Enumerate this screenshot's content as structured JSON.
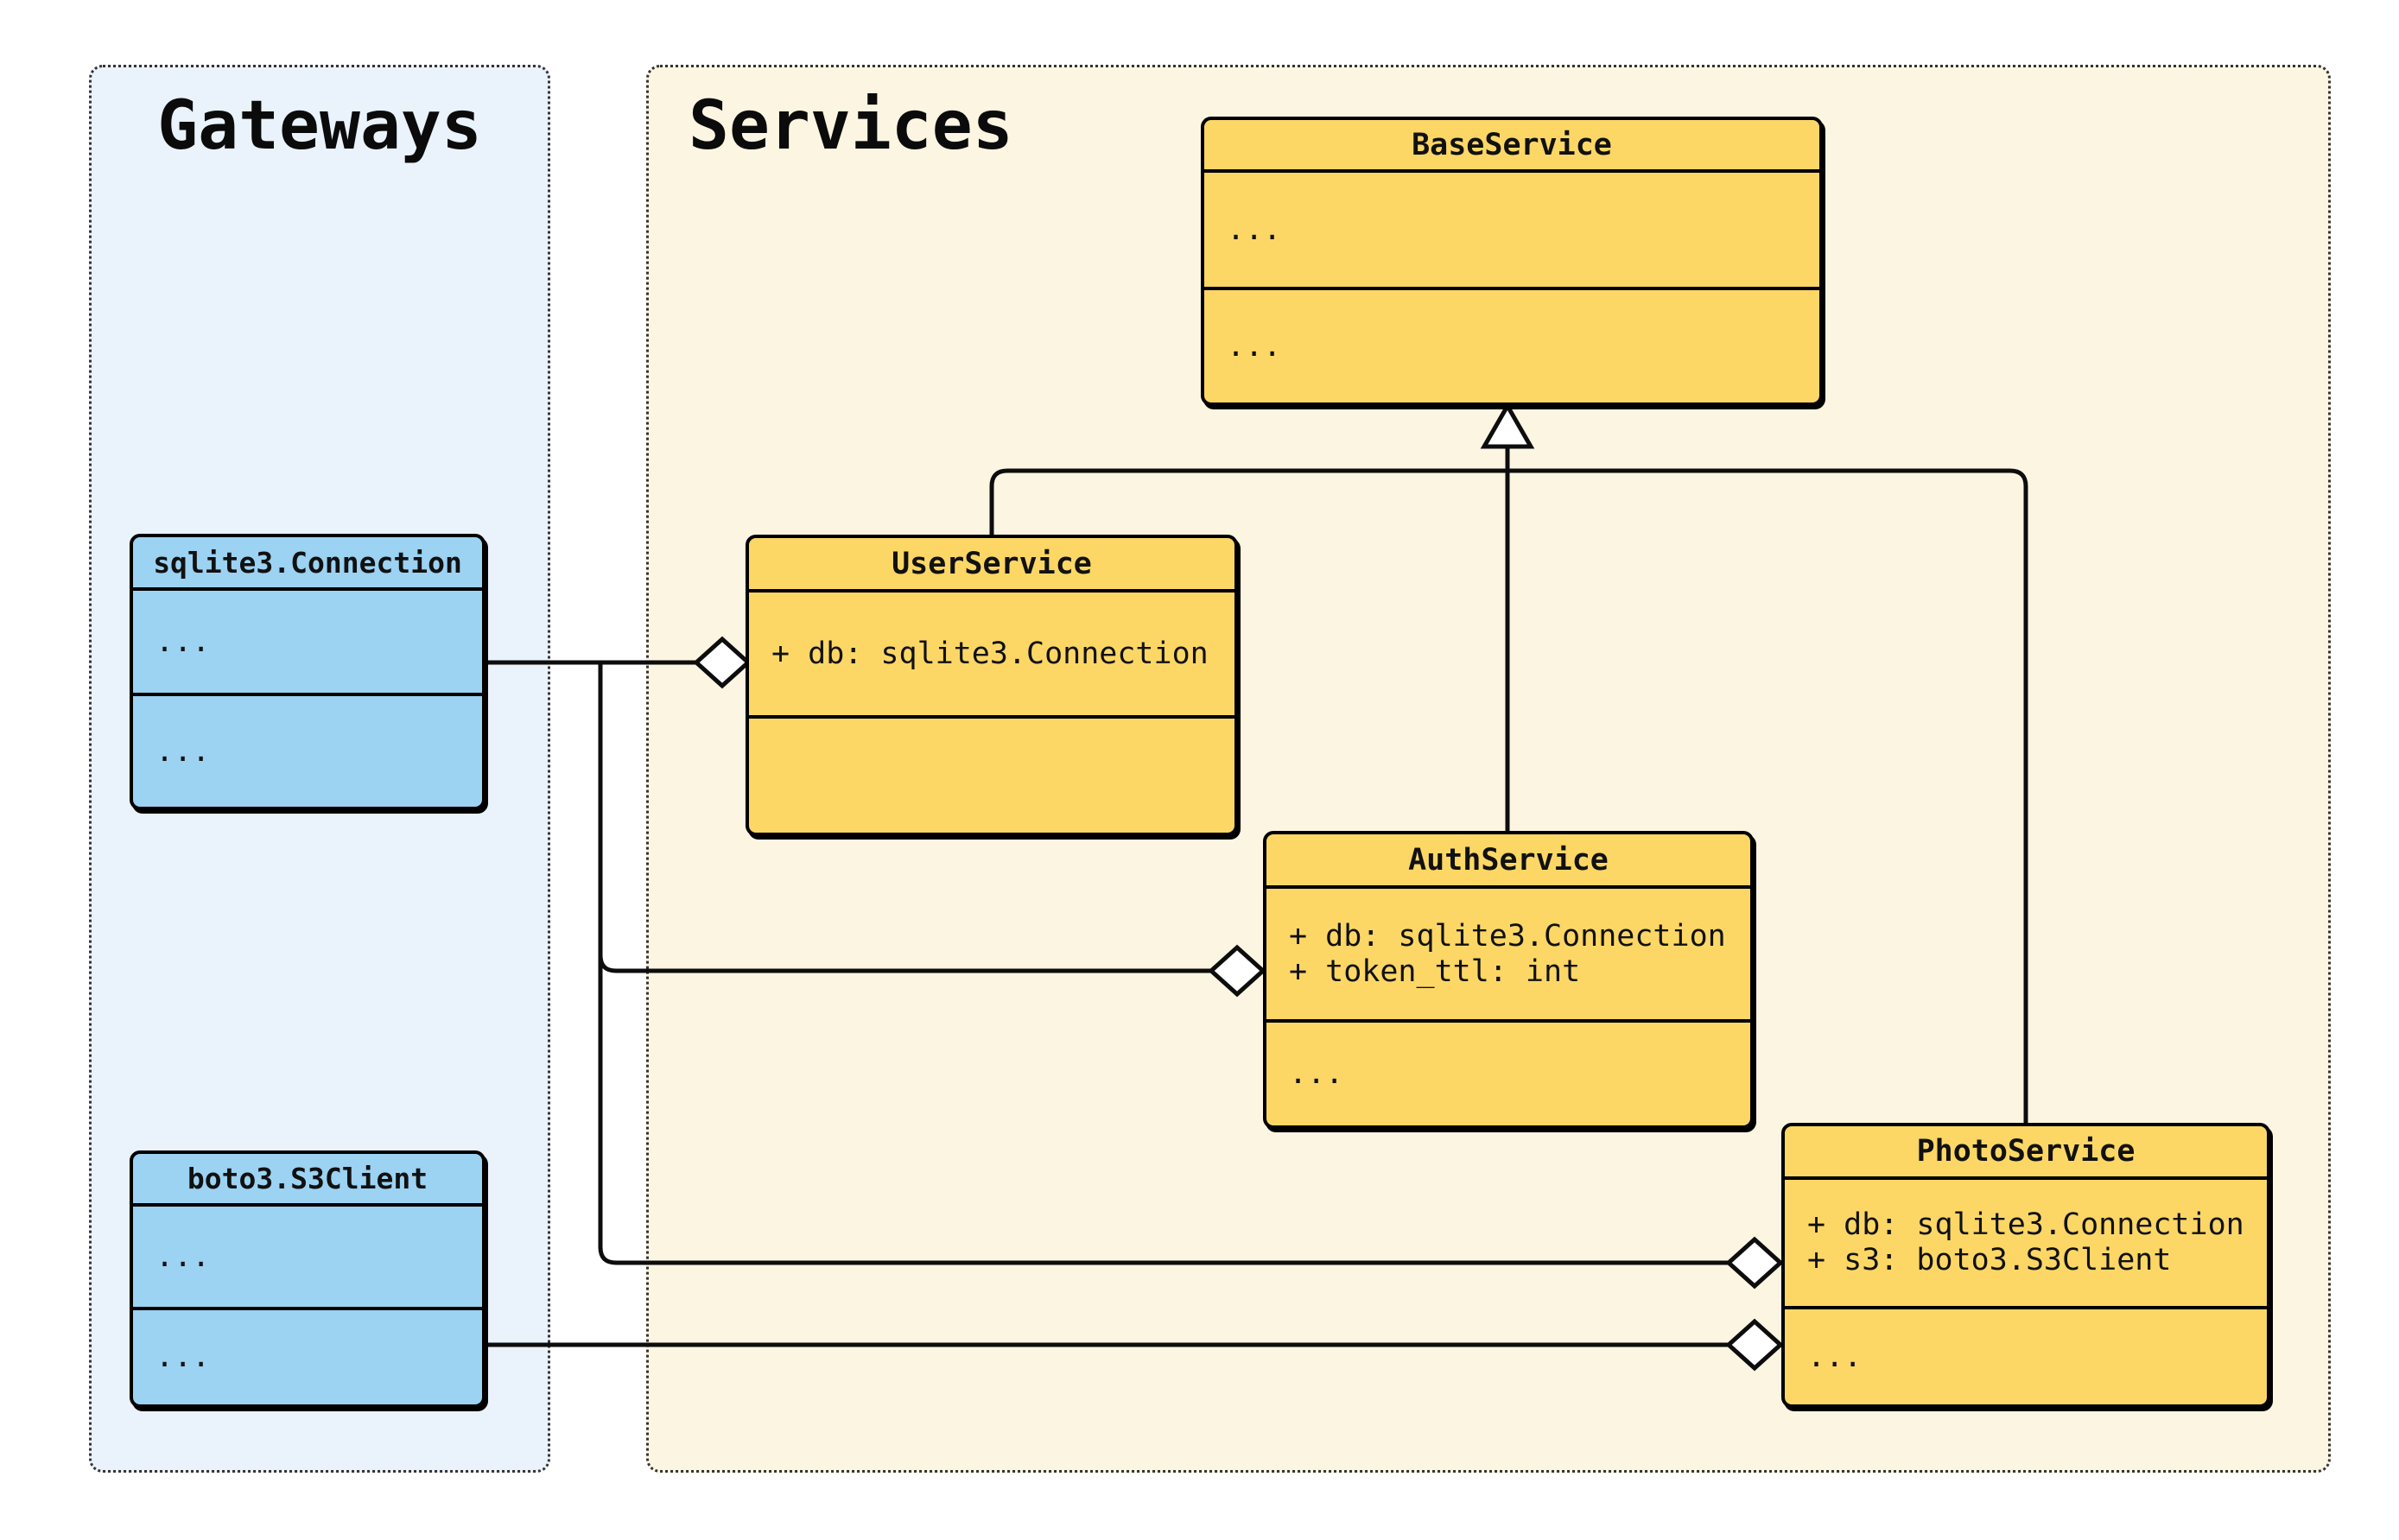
{
  "panels": {
    "gateways": {
      "title": "Gateways"
    },
    "services": {
      "title": "Services"
    }
  },
  "classes": {
    "base": {
      "title": "BaseService",
      "attributes": [
        "..."
      ],
      "methods": [
        "..."
      ]
    },
    "user": {
      "title": "UserService",
      "attributes": [
        "+ db: sqlite3.Connection"
      ],
      "methods": []
    },
    "auth": {
      "title": "AuthService",
      "attributes": [
        "+ db: sqlite3.Connection",
        "+ token_ttl: int"
      ],
      "methods": [
        "..."
      ]
    },
    "photo": {
      "title": "PhotoService",
      "attributes": [
        "+ db: sqlite3.Connection",
        "+ s3: boto3.S3Client"
      ],
      "methods": [
        "..."
      ]
    },
    "sqlite": {
      "title": "sqlite3.Connection",
      "attributes": [
        "..."
      ],
      "methods": [
        "..."
      ]
    },
    "boto": {
      "title": "boto3.S3Client",
      "attributes": [
        "..."
      ],
      "methods": [
        "..."
      ]
    }
  },
  "relations": [
    {
      "from": "sqlite3.Connection",
      "to": "UserService",
      "type": "aggregation"
    },
    {
      "from": "sqlite3.Connection",
      "to": "AuthService",
      "type": "aggregation"
    },
    {
      "from": "sqlite3.Connection",
      "to": "PhotoService",
      "type": "aggregation"
    },
    {
      "from": "boto3.S3Client",
      "to": "PhotoService",
      "type": "aggregation"
    },
    {
      "from": "UserService",
      "to": "BaseService",
      "type": "inheritance"
    },
    {
      "from": "AuthService",
      "to": "BaseService",
      "type": "inheritance"
    },
    {
      "from": "PhotoService",
      "to": "BaseService",
      "type": "inheritance"
    }
  ],
  "colors": {
    "service_class_fill": "#FCD766",
    "gateway_class_fill": "#9CD2F2",
    "services_panel_bg": "#FCF5E2",
    "gateways_panel_bg": "#EAF2FB",
    "stroke": "#0D0D0D",
    "marker_fill": "#FFFFFF"
  }
}
